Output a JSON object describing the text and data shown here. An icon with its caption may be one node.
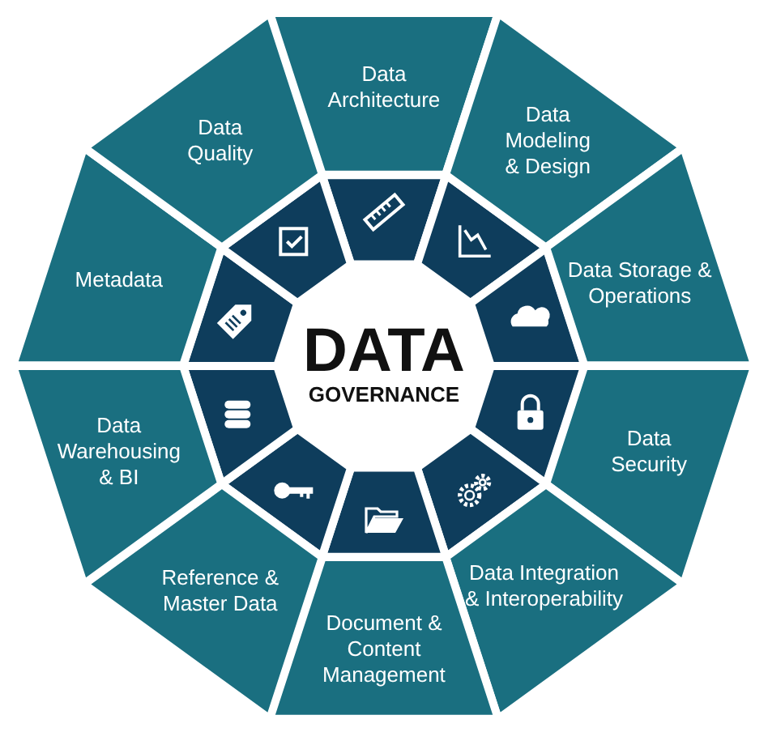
{
  "diagram": {
    "nodes": [
      {
        "text": [
          "DATA",
          "GOVERNANCE"
        ]
      },
      {
        "text": [
          "Data Architecture"
        ]
      },
      {
        "text": [
          "Data Modeling & Design"
        ]
      },
      {
        "text": [
          "Data Storage & Operations"
        ]
      },
      {
        "text": [
          "Data Security"
        ]
      },
      {
        "text": [
          "Data Integration & Interoperability"
        ]
      },
      {
        "text": [
          "Document & Content Management"
        ]
      },
      {
        "text": [
          "Reference & Master Data"
        ]
      },
      {
        "text": [
          "Data Warehousing & BI"
        ]
      },
      {
        "text": [
          "Metadata"
        ]
      },
      {
        "text": [
          "Data Quality"
        ]
      }
    ]
  }
}
